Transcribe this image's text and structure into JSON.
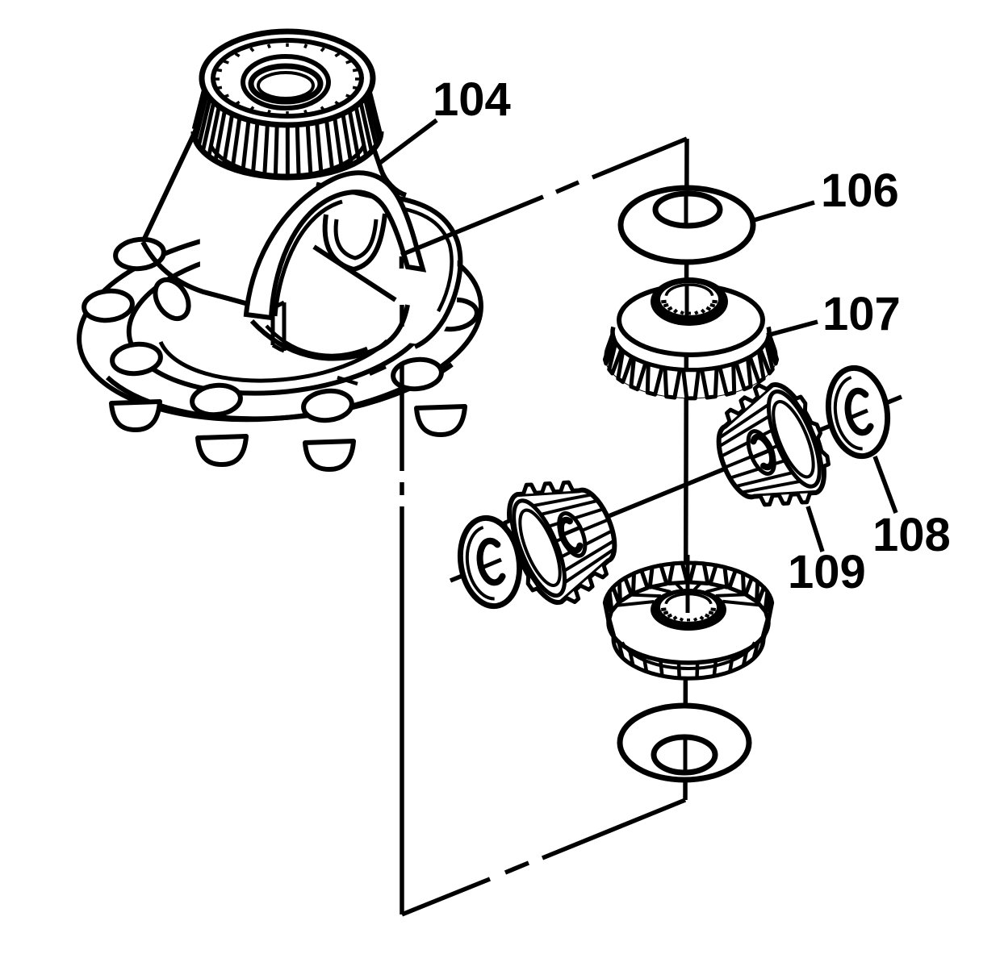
{
  "figure": {
    "type": "exploded-parts-diagram",
    "subject": "Differential case, side gears, pinion gears and thrust washers",
    "background": "#ffffff",
    "line_color": "#000000"
  },
  "callouts": [
    {
      "label": "104",
      "part": "differential-case-and-bearing-assembly"
    },
    {
      "label": "106",
      "part": "side-gear-thrust-washer"
    },
    {
      "label": "107",
      "part": "side-gear"
    },
    {
      "label": "108",
      "part": "pinion-gear-thrust-washer"
    },
    {
      "label": "109",
      "part": "pinion-gear"
    }
  ]
}
